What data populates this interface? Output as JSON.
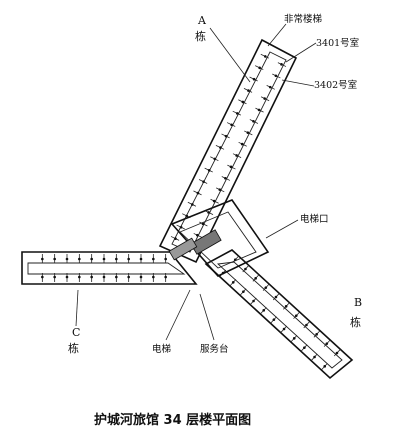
{
  "labels": {
    "wing_a_letter": "A",
    "wing_a_char": "栋",
    "wing_b_letter": "B",
    "wing_b_char": "栋",
    "wing_c_letter": "C",
    "wing_c_char": "栋",
    "emergency_stair": "非常楼梯",
    "room_3401": "3401号室",
    "room_3402": "3402号室",
    "elevator_entrance": "电梯口",
    "elevator": "电梯",
    "service_desk": "服务台"
  },
  "caption": "护城河旅馆 34 层楼平面图"
}
